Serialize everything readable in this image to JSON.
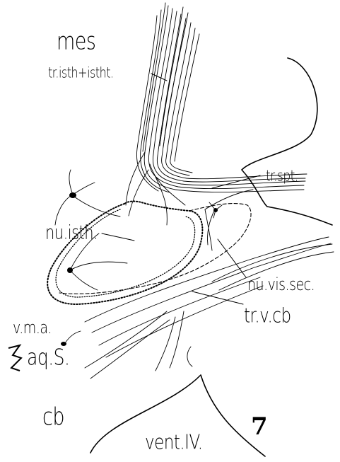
{
  "labels": {
    "mes": "mes",
    "tr_isth": "tr.isth+istht.",
    "tr_spt": "tr.spt.",
    "nu_isth": "nu.isth.",
    "nu_vis_sec": "nu.vis.sec.",
    "v_m_a": "v.m.a.",
    "tr_v_cb": "tr.v.cb",
    "aq_s": "aq.S.",
    "cb": "cb",
    "vent_iv": "vent.IV.",
    "figure_number": "7"
  },
  "colors": {
    "ink": "#000000",
    "paper": "#ffffff"
  }
}
